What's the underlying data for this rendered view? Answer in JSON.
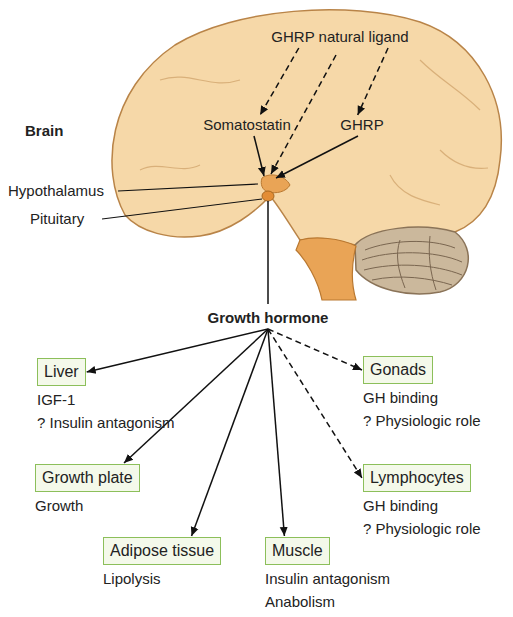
{
  "diagram": {
    "nodes": [
      {
        "text": [
          "GHRP natural ligand"
        ]
      },
      {
        "text": [
          "Somatostatin"
        ]
      },
      {
        "text": [
          "GHRP"
        ]
      },
      {
        "text": [
          "Growth hormone"
        ]
      },
      {
        "text": [
          "Liver",
          "IGF-1",
          "? Insulin antagonism"
        ]
      },
      {
        "text": [
          "Growth plate",
          "Growth"
        ]
      },
      {
        "text": [
          "Adipose tissue",
          "Lipolysis"
        ]
      },
      {
        "text": [
          "Muscle",
          "Insulin antagonism",
          "Anabolism"
        ]
      },
      {
        "text": [
          "Gonads",
          "GH binding",
          "? Physiologic role"
        ]
      },
      {
        "text": [
          "Lymphocytes",
          "GH binding",
          "? Physiologic role"
        ]
      }
    ],
    "edges": [
      {
        "from": 0,
        "to": 1,
        "arrow": "to"
      },
      {
        "from": 0,
        "to": 2,
        "arrow": "to"
      },
      {
        "from": 3,
        "to": 4,
        "arrow": "to"
      },
      {
        "from": 3,
        "to": 5,
        "arrow": "to"
      },
      {
        "from": 3,
        "to": 6,
        "arrow": "to"
      },
      {
        "from": 3,
        "to": 7,
        "arrow": "to"
      },
      {
        "from": 3,
        "to": 8,
        "arrow": "to"
      },
      {
        "from": 3,
        "to": 9,
        "arrow": "to"
      }
    ],
    "labels": [
      "Brain",
      "Hypothalamus",
      "Pituitary"
    ]
  }
}
